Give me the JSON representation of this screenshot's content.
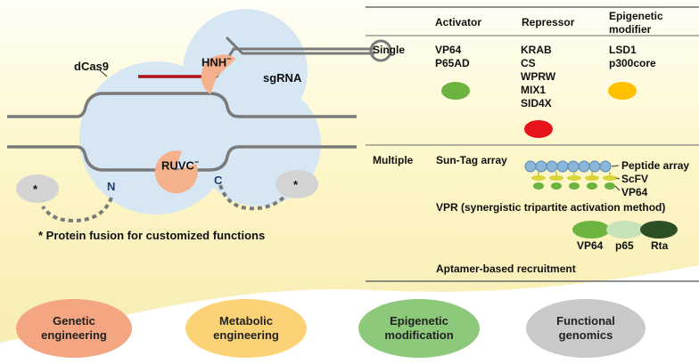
{
  "diagram": {
    "dcas9_label": "dCas9",
    "hnh_label": "HNH",
    "hnh_sup": "−",
    "ruvc_label": "RUVC",
    "ruvc_sup": "−",
    "sgrna_label": "sgRNA",
    "n_label": "N",
    "c_label": "C",
    "star_left": "*",
    "star_right": "*",
    "footnote": "* Protein fusion for customized functions"
  },
  "table": {
    "headers": {
      "activator": "Activator",
      "repressor": "Repressor",
      "epigenetic_line1": "Epigenetic",
      "epigenetic_line2": "modifier"
    },
    "single": {
      "label": "Single",
      "activators": [
        "VP64",
        "P65AD"
      ],
      "repressors": [
        "KRAB",
        "CS",
        "WPRW",
        "MIX1",
        "SID4X"
      ],
      "modifiers": [
        "LSD1",
        "p300core"
      ],
      "colors": {
        "activator": "#6db33f",
        "repressor": "#e8141b",
        "modifier": "#ffc000"
      }
    },
    "multiple": {
      "label": "Multiple",
      "suntag": "Sun-Tag array",
      "peptide_array": "Peptide array",
      "scfv": "ScFV",
      "vp64": "VP64",
      "vpr": "VPR (synergistic tripartite activation method)",
      "vpr_vp64": "VP64",
      "vpr_p65": "p65",
      "vpr_rta": "Rta",
      "aptamer": "Aptamer-based recruitment"
    }
  },
  "applications": [
    {
      "line1": "Genetic",
      "line2": "engineering",
      "color": "#f4a582"
    },
    {
      "line1": "Metabolic",
      "line2": "engineering",
      "color": "#fbd276"
    },
    {
      "line1": "Epigenetic",
      "line2": "modification",
      "color": "#8cc97a"
    },
    {
      "line1": "Functional",
      "line2": "genomics",
      "color": "#c9c9c9"
    }
  ]
}
